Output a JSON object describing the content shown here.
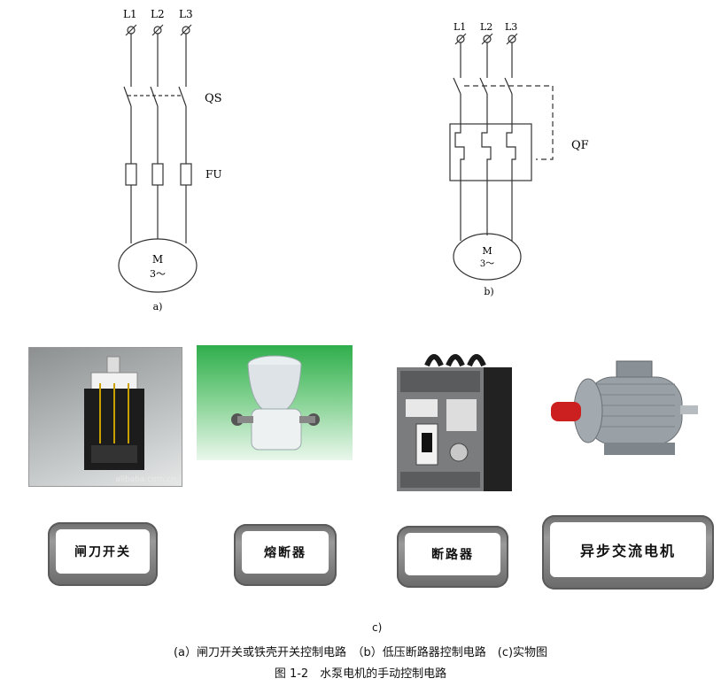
{
  "diagram_a": {
    "lines": [
      "L1",
      "L2",
      "L3"
    ],
    "switch_label": "QS",
    "fuse_label": "FU",
    "motor_label": "M",
    "motor_sub": "3～",
    "sublabel": "a)"
  },
  "diagram_b": {
    "lines": [
      "L1",
      "L2",
      "L3"
    ],
    "breaker_label": "QF",
    "motor_label": "M",
    "motor_sub": "3～",
    "sublabel": "b)"
  },
  "photos": {
    "photo_1_watermark": "alibaba.com.cn"
  },
  "tags": {
    "knife_switch": "闸刀开关",
    "fuse": "熔断器",
    "breaker": "断路器",
    "motor": "异步交流电机"
  },
  "captions": {
    "sublabel_c": "c)",
    "line1": "(a）闸刀开关或铁壳开关控制电路　（b）低压断路器控制电路　(c)实物图",
    "line2": "图 1-2　水泵电机的手动控制电路"
  }
}
